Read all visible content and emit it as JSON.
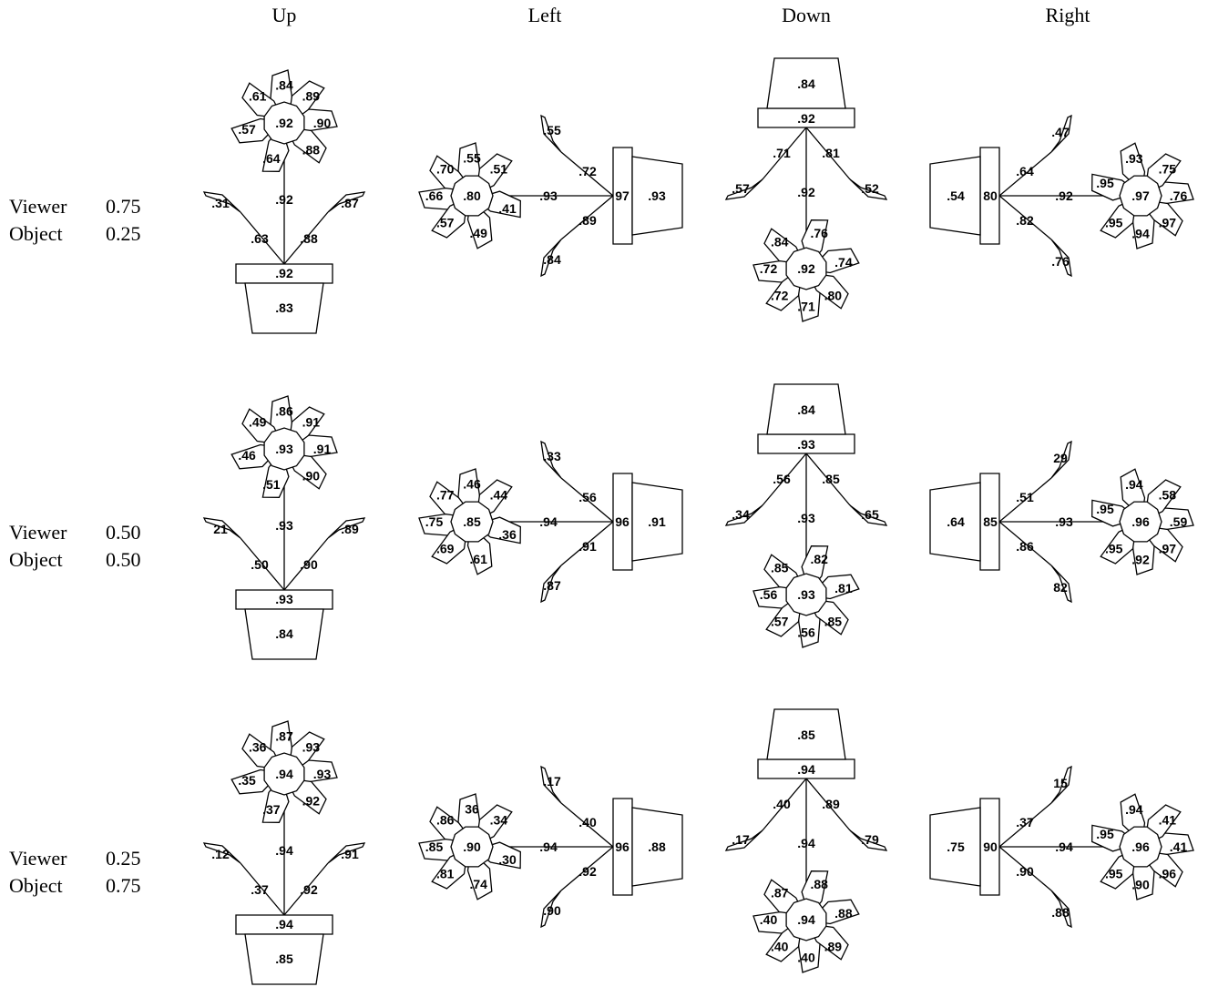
{
  "columns": [
    "Up",
    "Left",
    "Down",
    "Right"
  ],
  "rows": [
    {
      "viewer_label": "Viewer",
      "viewer_value": "0.75",
      "object_label": "Object",
      "object_value": "0.25",
      "plants": [
        {
          "dir": "Up",
          "pot": ".83",
          "rim": ".92",
          "stem": ".92",
          "center": ".92",
          "petals": [
            ".84",
            ".89",
            ".90",
            ".88",
            ".64",
            ".57",
            ".61"
          ],
          "leaf_left": {
            "leaf": ".31",
            "branch": ".63"
          },
          "leaf_right": {
            "leaf": ".87",
            "branch": ".88"
          }
        },
        {
          "dir": "Left",
          "pot": ".93",
          "rim": "97",
          "stem": ".93",
          "center": ".80",
          "petals": [
            ".66",
            ".70",
            ".55",
            ".51",
            ".41",
            ".49",
            ".57"
          ],
          "leaf_left": {
            "leaf": ".84",
            "branch": ".89"
          },
          "leaf_right": {
            "leaf": ".55",
            "branch": ".72"
          }
        },
        {
          "dir": "Down",
          "pot": ".84",
          "rim": ".92",
          "stem": ".92",
          "center": ".92",
          "petals": [
            ".71",
            ".72",
            ".72",
            ".84",
            ".76",
            ".74",
            ".80"
          ],
          "leaf_left": {
            "leaf": ".52",
            "branch": ".81"
          },
          "leaf_right": {
            "leaf": ".57",
            "branch": ".71"
          }
        },
        {
          "dir": "Right",
          "pot": ".54",
          "rim": "80",
          "stem": ".92",
          "center": ".97",
          "petals": [
            ".76",
            ".97",
            ".94",
            ".95",
            ".95",
            ".93",
            ".75"
          ],
          "leaf_left": {
            "leaf": ".47",
            "branch": ".64"
          },
          "leaf_right": {
            "leaf": ".76",
            "branch": ".82"
          }
        }
      ]
    },
    {
      "viewer_label": "Viewer",
      "viewer_value": "0.50",
      "object_label": "Object",
      "object_value": "0.50",
      "plants": [
        {
          "dir": "Up",
          "pot": ".84",
          "rim": ".93",
          "stem": ".93",
          "center": ".93",
          "petals": [
            ".86",
            ".91",
            ".91",
            ".90",
            ".51",
            ".46",
            ".49"
          ],
          "leaf_left": {
            "leaf": "21",
            "branch": ".50"
          },
          "leaf_right": {
            "leaf": ".89",
            "branch": ".90"
          }
        },
        {
          "dir": "Left",
          "pot": ".91",
          "rim": "96",
          "stem": ".94",
          "center": ".85",
          "petals": [
            ".75",
            ".77",
            ".46",
            ".44",
            ".36",
            ".61",
            ".69"
          ],
          "leaf_left": {
            "leaf": ".87",
            "branch": ".91"
          },
          "leaf_right": {
            "leaf": ".33",
            "branch": ".56"
          }
        },
        {
          "dir": "Down",
          "pot": ".84",
          "rim": ".93",
          "stem": ".93",
          "center": ".93",
          "petals": [
            ".56",
            ".57",
            ".56",
            ".85",
            ".82",
            ".81",
            ".85"
          ],
          "leaf_left": {
            "leaf": ".65",
            "branch": ".85"
          },
          "leaf_right": {
            "leaf": ".34",
            "branch": ".56"
          }
        },
        {
          "dir": "Right",
          "pot": ".64",
          "rim": "85",
          "stem": ".93",
          "center": ".96",
          "petals": [
            ".59",
            ".97",
            ".92",
            ".95",
            ".95",
            ".94",
            ".58"
          ],
          "leaf_left": {
            "leaf": "29",
            "branch": ".51"
          },
          "leaf_right": {
            "leaf": "82",
            "branch": ".86"
          }
        }
      ]
    },
    {
      "viewer_label": "Viewer",
      "viewer_value": "0.25",
      "object_label": "Object",
      "object_value": "0.75",
      "plants": [
        {
          "dir": "Up",
          "pot": ".85",
          "rim": ".94",
          "stem": ".94",
          "center": ".94",
          "petals": [
            ".87",
            ".93",
            ".93",
            ".92",
            ".37",
            ".35",
            ".36"
          ],
          "leaf_left": {
            "leaf": ".12",
            "branch": ".37"
          },
          "leaf_right": {
            "leaf": ".91",
            "branch": ".92"
          }
        },
        {
          "dir": "Left",
          "pot": ".88",
          "rim": "96",
          "stem": ".94",
          "center": ".90",
          "petals": [
            ".85",
            ".86",
            "36",
            ".34",
            ".30",
            ".74",
            ".81"
          ],
          "leaf_left": {
            "leaf": ".90",
            "branch": ".92"
          },
          "leaf_right": {
            "leaf": ".17",
            "branch": ".40"
          }
        },
        {
          "dir": "Down",
          "pot": ".85",
          "rim": ".94",
          "stem": ".94",
          "center": ".94",
          "petals": [
            ".40",
            ".40",
            ".40",
            ".87",
            ".88",
            ".88",
            ".89"
          ],
          "leaf_left": {
            "leaf": ".79",
            "branch": ".89"
          },
          "leaf_right": {
            "leaf": ".17",
            "branch": ".40"
          }
        },
        {
          "dir": "Right",
          "pot": ".75",
          "rim": "90",
          "stem": ".94",
          "center": ".96",
          "petals": [
            ".41",
            ".96",
            ".90",
            ".95",
            ".95",
            ".94",
            ".41"
          ],
          "leaf_left": {
            "leaf": "15",
            "branch": ".37"
          },
          "leaf_right": {
            "leaf": ".88",
            "branch": ".90"
          }
        }
      ]
    }
  ]
}
